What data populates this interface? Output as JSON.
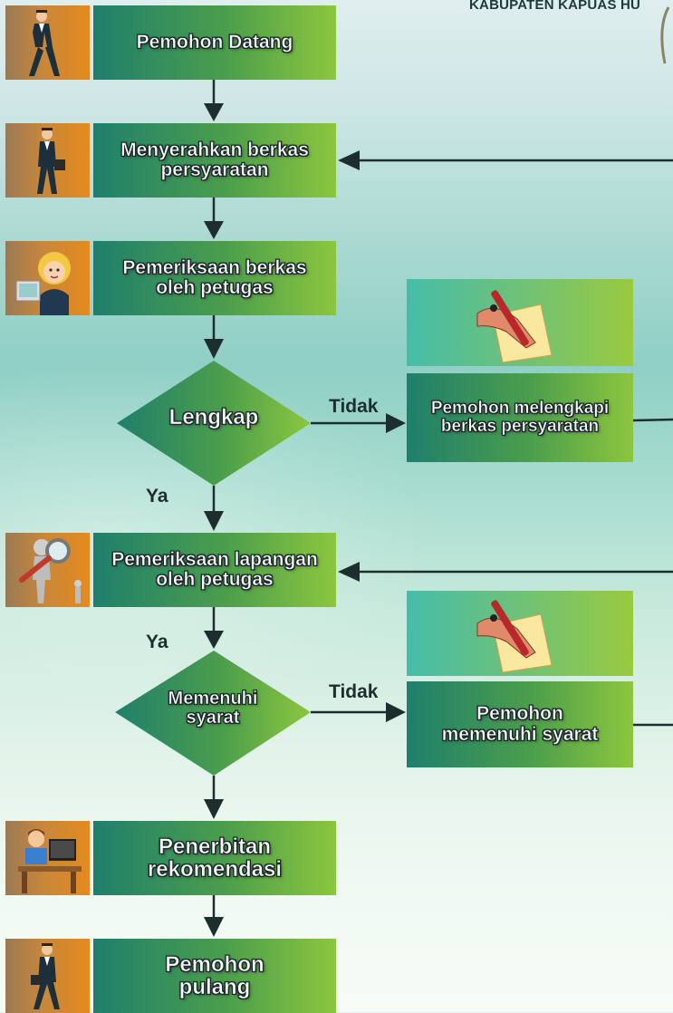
{
  "header": {
    "title": "KABUPATEN KAPUAS HU"
  },
  "steps": [
    {
      "label": "Pemohon Datang",
      "icon": "walking-man-icon"
    },
    {
      "label": "Menyerahkan berkas\npersyaratan",
      "icon": "businessman-briefcase-icon"
    },
    {
      "label": "Pemeriksaan berkas\noleh petugas",
      "icon": "customer-service-agent-icon"
    },
    {
      "label": "Pemeriksaan lapangan\noleh petugas",
      "icon": "magnifying-glass-inspector-icon"
    },
    {
      "label": "Penerbitan\nrekomendasi",
      "icon": "office-worker-computer-icon"
    },
    {
      "label": "Pemohon\npulang",
      "icon": "businessman-walking-icon"
    }
  ],
  "decisions": [
    {
      "label": "Lengkap",
      "yes_label": "Ya",
      "no_label": "Tidak"
    },
    {
      "label": "Memenuhi\nsyarat",
      "yes_label": "Ya",
      "no_label": "Tidak"
    }
  ],
  "side_steps": [
    {
      "label": "Pemohon melengkapi\nberkas persyaratan",
      "icon": "hand-writing-pen-icon"
    },
    {
      "label": "Pemohon\nmemenuhi syarat",
      "icon": "hand-writing-pen-icon"
    }
  ],
  "colors": {
    "step_green": "#4c9e4c",
    "icon_orange": "#e58a1e",
    "arrow": "#1c2e2e"
  }
}
